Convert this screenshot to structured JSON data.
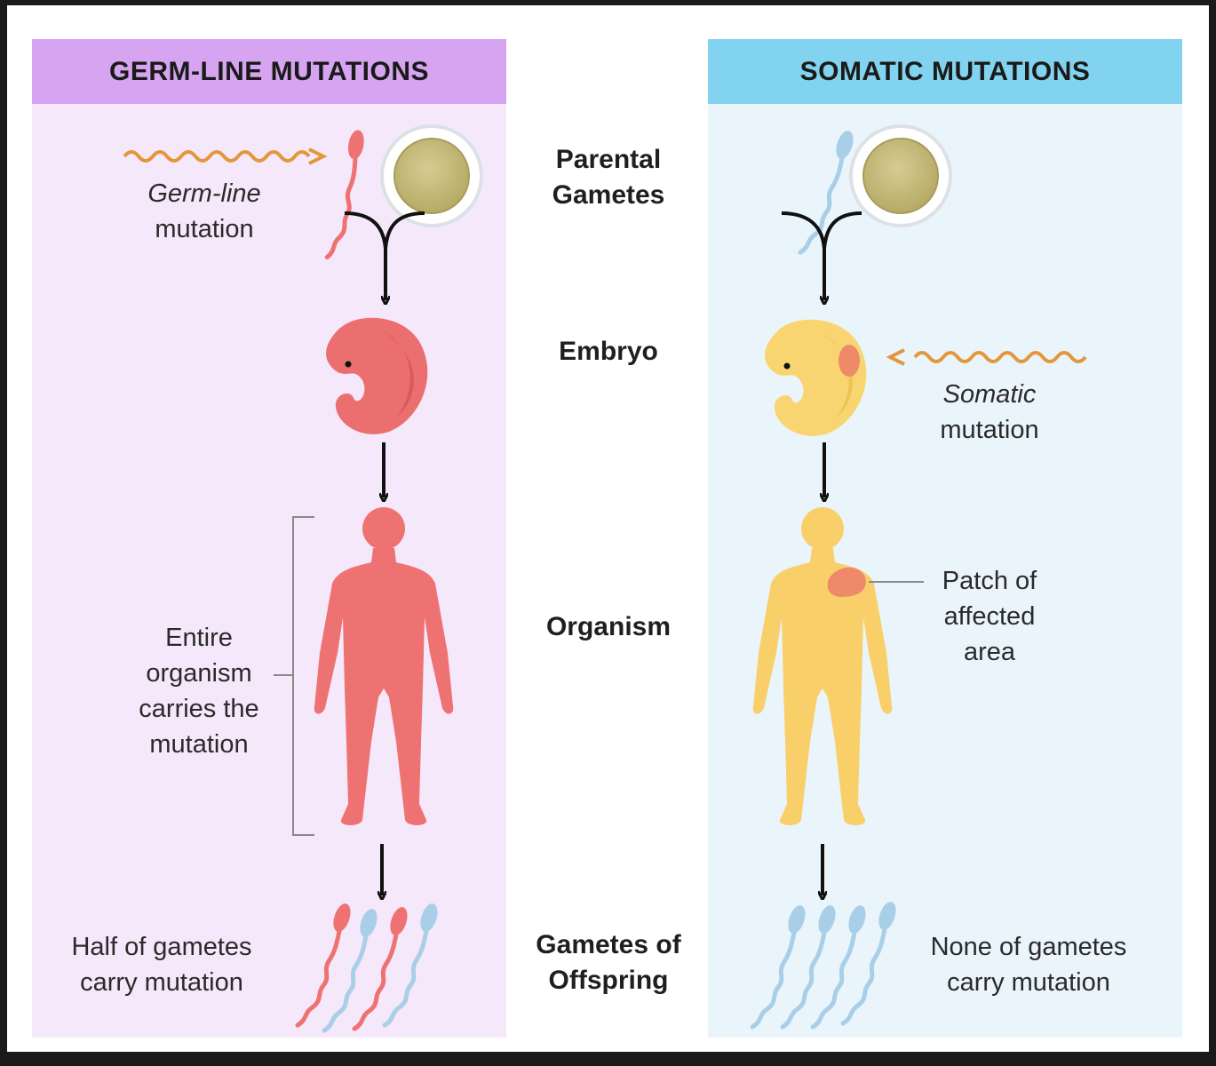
{
  "headers": {
    "left": "GERM-LINE MUTATIONS",
    "right": "SOMATIC MUTATIONS"
  },
  "stages": {
    "parental_gametes": [
      "Parental",
      "Gametes"
    ],
    "embryo": "Embryo",
    "organism": "Organism",
    "gametes_offspring": [
      "Gametes of",
      "Offspring"
    ]
  },
  "left_labels": {
    "germline_mutation": [
      "Germ-line",
      "mutation"
    ],
    "entire_organism": [
      "Entire",
      "organism",
      "carries the",
      "mutation"
    ],
    "half_gametes": [
      "Half of gametes",
      "carry mutation"
    ]
  },
  "right_labels": {
    "somatic_mutation": [
      "Somatic",
      "mutation"
    ],
    "patch": [
      "Patch of",
      "affected",
      "area"
    ],
    "none_gametes": [
      "None of gametes",
      "carry mutation"
    ]
  },
  "colors": {
    "germline_panel": "#f5e8fb",
    "germline_header": "#d6a4f0",
    "somatic_panel": "#eaf5fb",
    "somatic_header": "#82d3ef",
    "mutant_red": "#ef7272",
    "normal_blue": "#a9cfe8",
    "somatic_yellow": "#f9cf6a",
    "mutation_wave": "#e4963a",
    "egg": "#c9bd80"
  }
}
